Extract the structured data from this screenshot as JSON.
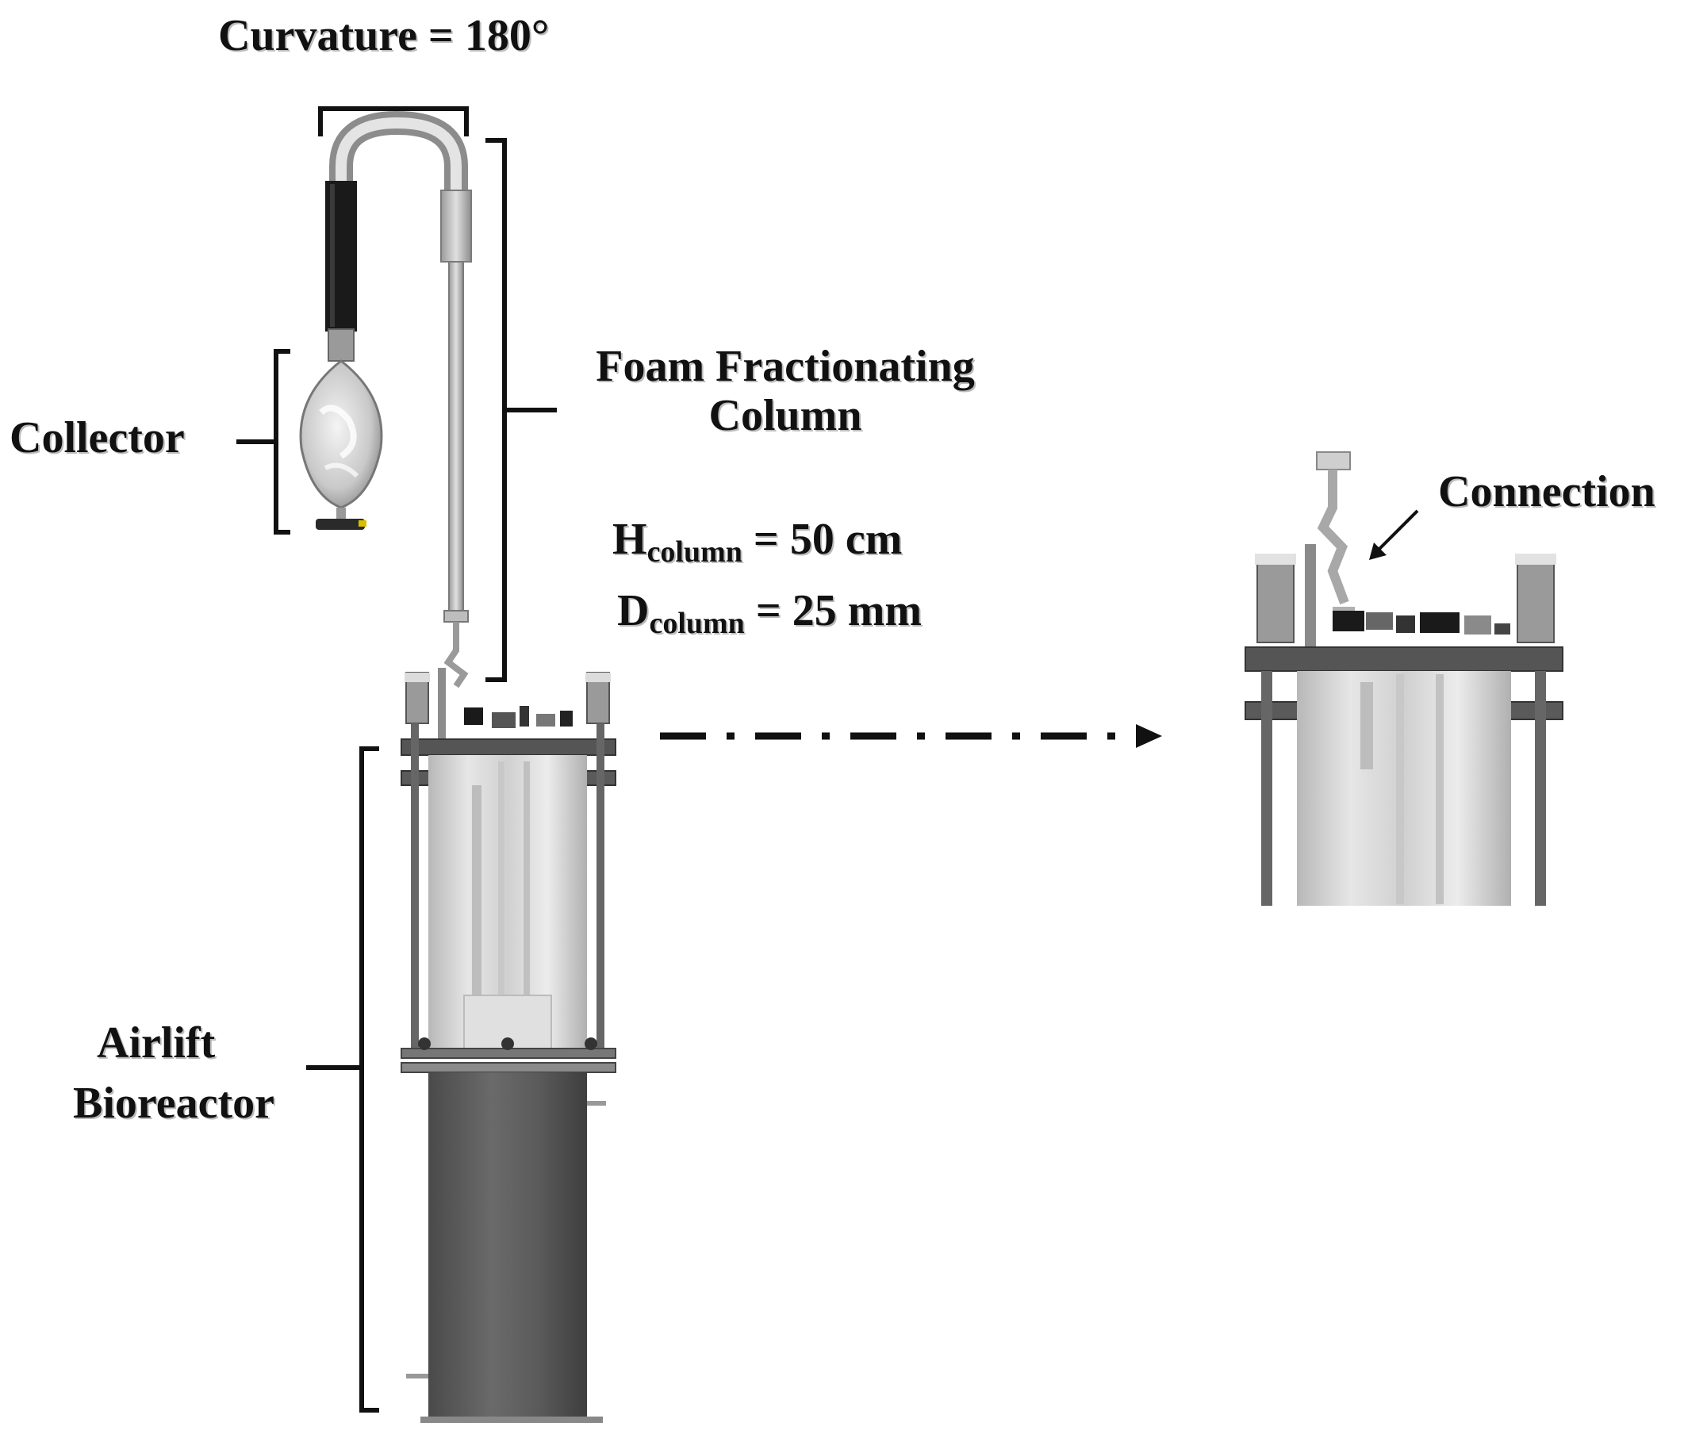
{
  "labels": {
    "curvature": "Curvature = 180°",
    "collector": "Collector",
    "column_line1": "Foam Fractionating",
    "column_line2": "Column",
    "h_sym": "H",
    "h_sub": "column",
    "h_val": " = 50 cm",
    "d_sym": "D",
    "d_sub": "column",
    "d_val": " = 25 mm",
    "connection": "Connection",
    "airlift_line1": "Airlift",
    "airlift_line2": "Bioreactor"
  },
  "colors": {
    "bracket": "#111111",
    "steel_dark": "#555555",
    "steel_mid": "#8a8a8a",
    "glass": "#d4d4d4",
    "tube_black": "#1a1a1a",
    "yellow_tag": "#d8c000"
  }
}
